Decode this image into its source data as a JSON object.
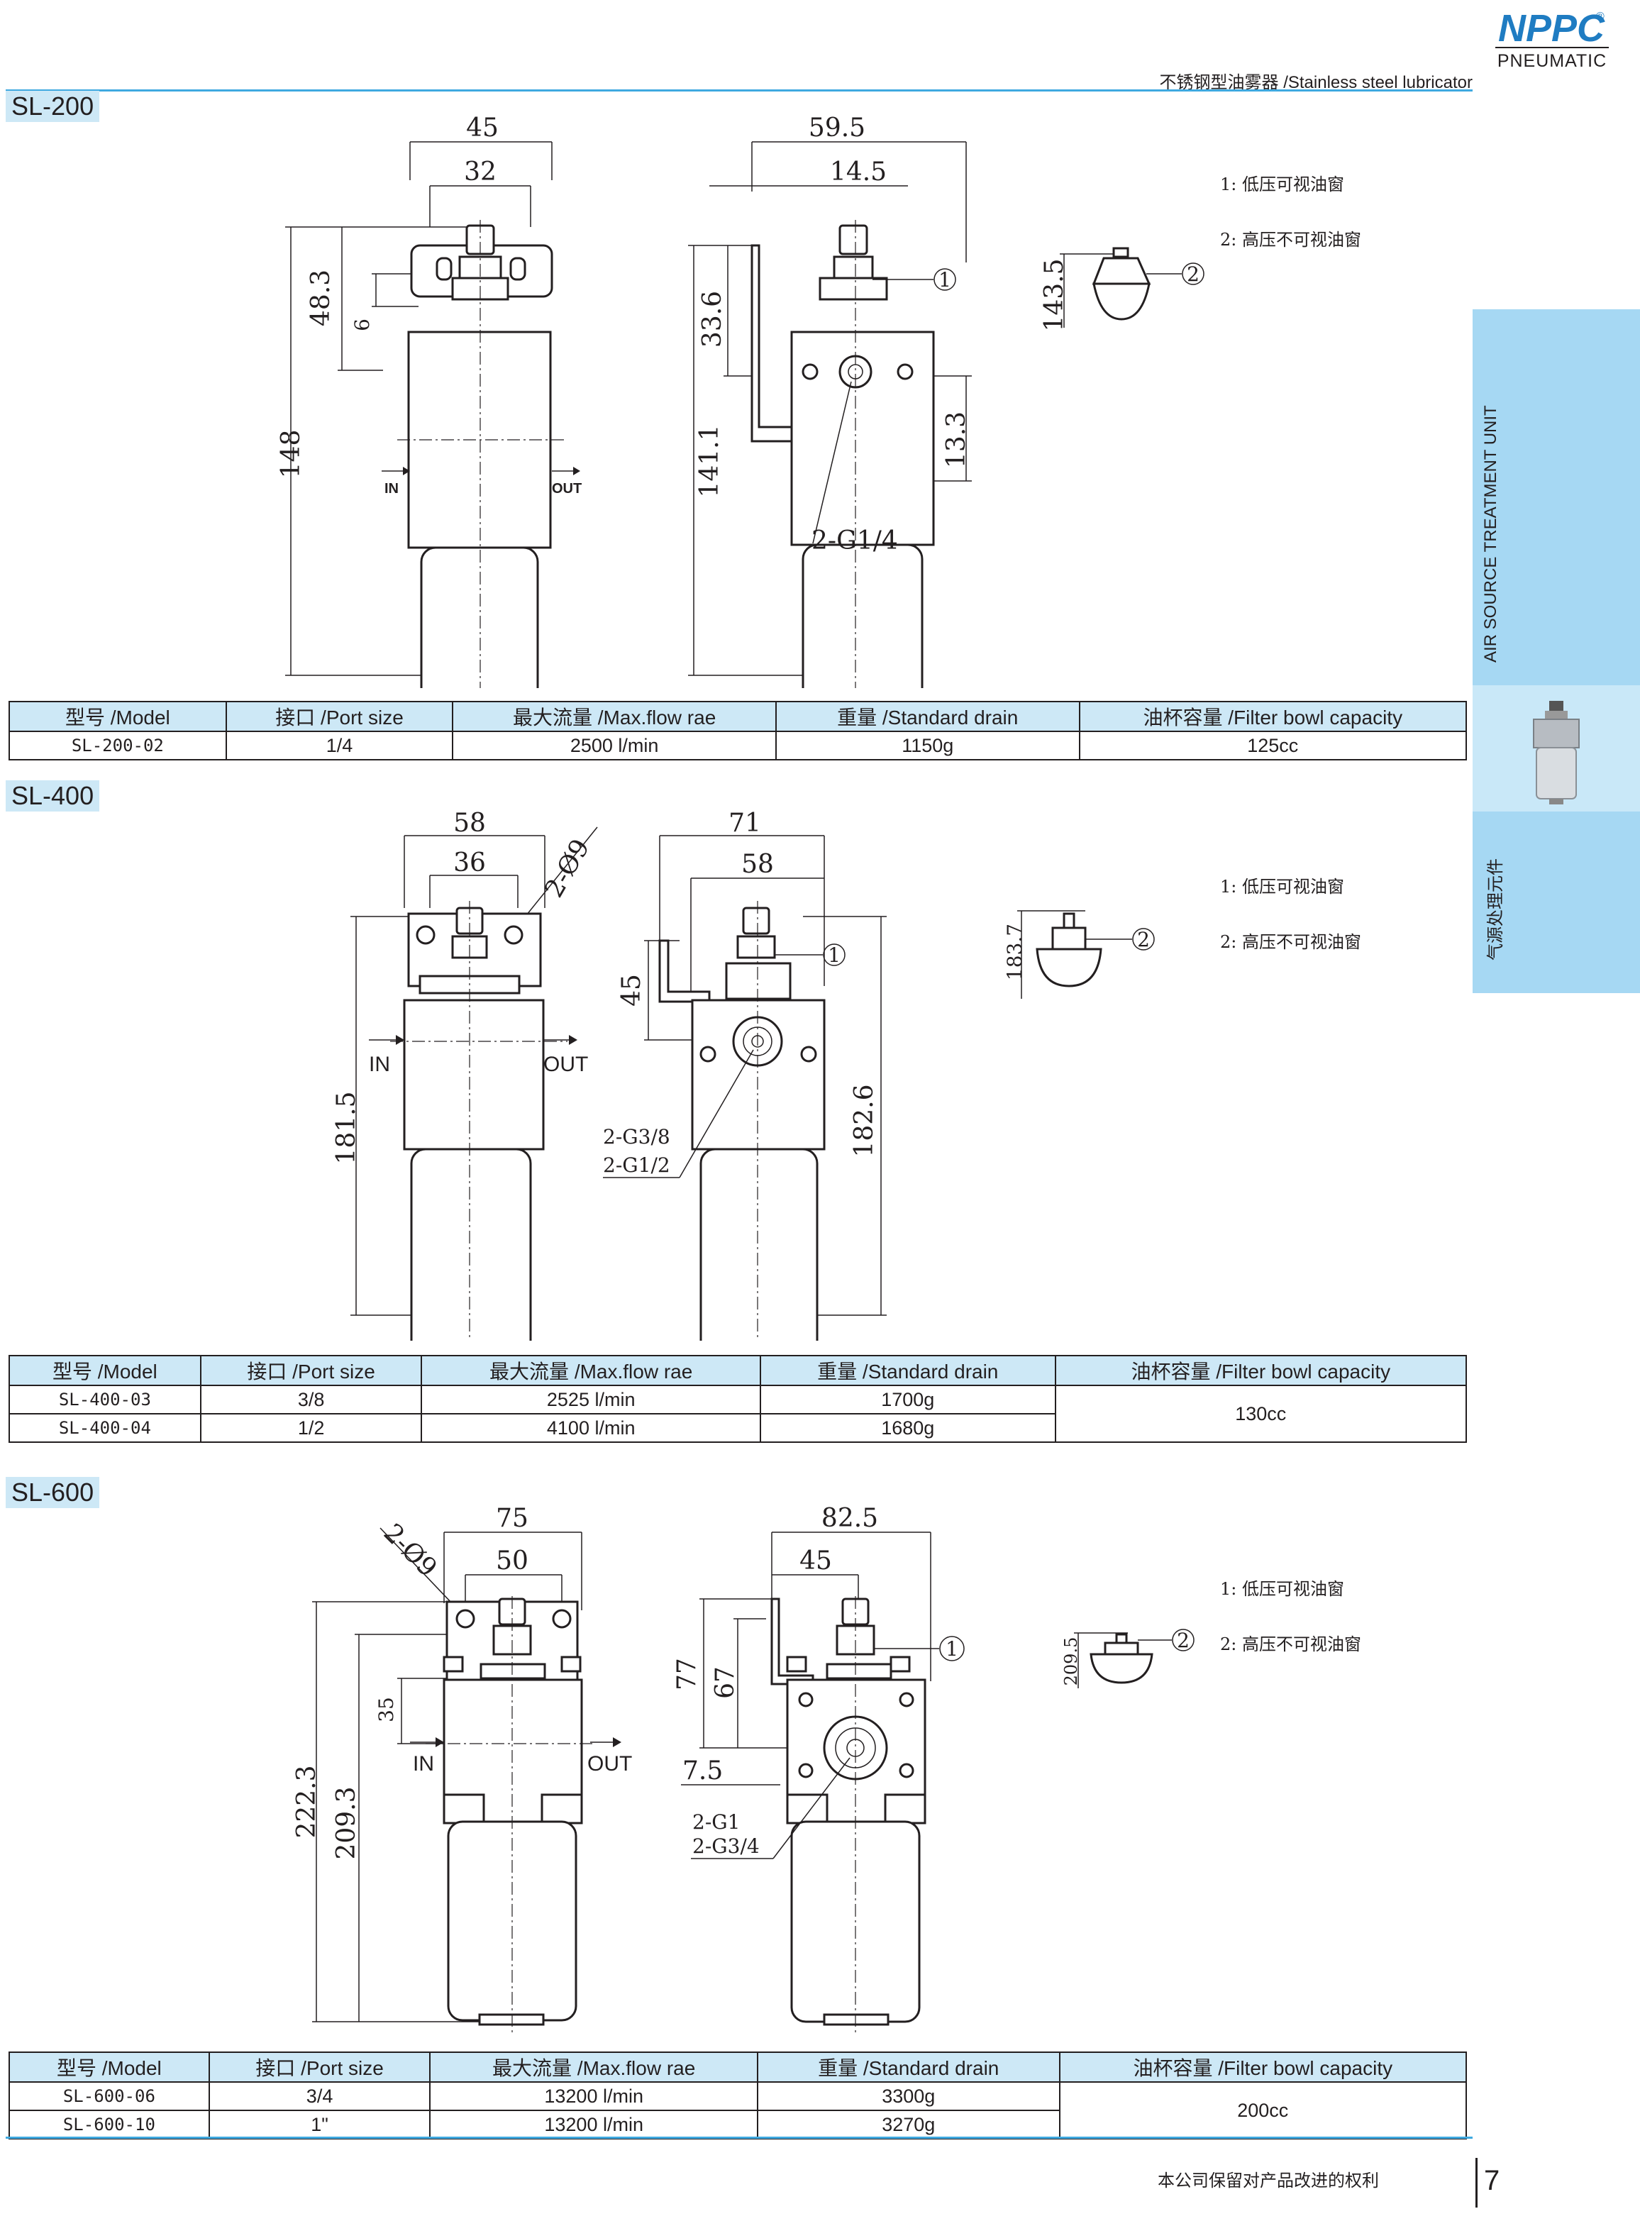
{
  "header": {
    "brand": "NPPC",
    "registered": "®",
    "brand_sub": "PNEUMATIC",
    "title": "不锈钢型油雾器 /Stainless steel lubricator"
  },
  "side_tab": {
    "category_en": "AIR SOURCE TREATMENT UNIT",
    "category_zh": "气源处理元件"
  },
  "notes": {
    "item1": "1: 低压可视油窗",
    "item2": "2: 高压不可视油窗"
  },
  "table_headers": {
    "model": "型号 /Model",
    "port": "接口 /Port size",
    "flow": "最大流量 /Max.flow rae",
    "weight": "重量 /Standard drain",
    "capacity": "油杯容量 /Filter bowl capacity"
  },
  "sections": [
    {
      "label": "SL-200",
      "rows": [
        {
          "model": "SL-200-02",
          "port": "1/4",
          "flow": "2500 l/min",
          "weight": "1150g",
          "capacity": "125cc"
        }
      ],
      "dims": {
        "width_outer": "45",
        "width_inner": "32",
        "height_bracket": "48.3",
        "height_6": "6",
        "height_total": "148",
        "side_width": "59.5",
        "side_offset": "14.5",
        "side_h1": "33.6",
        "side_total": "141.1",
        "side_h2": "13.3",
        "port": "2-G1/4",
        "bowl_h": "143.5",
        "in": "IN",
        "out": "OUT",
        "c1": "1",
        "c2": "2"
      }
    },
    {
      "label": "SL-400",
      "rows": [
        {
          "model": "SL-400-03",
          "port": "3/8",
          "flow": "2525 l/min",
          "weight": "1700g",
          "capacity": "130cc"
        },
        {
          "model": "SL-400-04",
          "port": "1/2",
          "flow": "4100 l/min",
          "weight": "1680g",
          "capacity": "130cc"
        }
      ],
      "dims": {
        "width_outer": "58",
        "width_inner": "36",
        "holes": "2-Ø9",
        "height_total": "181.5",
        "side_width": "71",
        "side_inner": "58",
        "side_h1": "45",
        "side_total": "182.6",
        "port1": "2-G3/8",
        "port2": "2-G1/2",
        "bowl_h": "183.7",
        "in": "IN",
        "out": "OUT",
        "c1": "1",
        "c2": "2"
      }
    },
    {
      "label": "SL-600",
      "rows": [
        {
          "model": "SL-600-06",
          "port": "3/4",
          "flow": "13200 l/min",
          "weight": "3300g",
          "capacity": "200cc"
        },
        {
          "model": "SL-600-10",
          "port": "1\"",
          "flow": "13200 l/min",
          "weight": "3270g",
          "capacity": "200cc"
        }
      ],
      "dims": {
        "width_outer": "75",
        "width_inner": "50",
        "holes": "2-Ø9",
        "height_35": "35",
        "height_total": "222.3",
        "height_inner": "209.3",
        "side_width": "82.5",
        "side_inner": "45",
        "side_h1": "77",
        "side_h2": "67",
        "side_offset": "7.5",
        "port1": "2-G1",
        "port2": "2-G3/4",
        "bowl_h": "209.5",
        "in": "IN",
        "out": "OUT",
        "c1": "1",
        "c2": "2"
      }
    }
  ],
  "footer": {
    "text": "本公司保留对产品改进的权利",
    "page": "7"
  }
}
